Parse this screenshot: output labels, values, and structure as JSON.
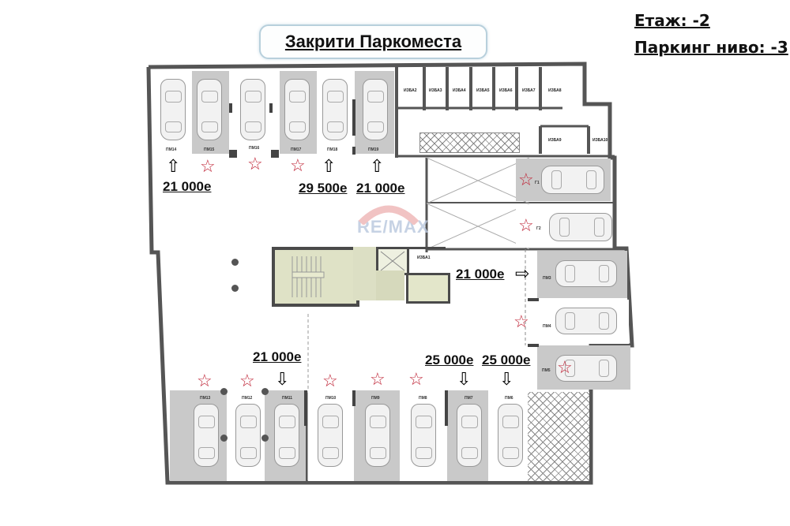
{
  "header": {
    "title": "Закрити Паркоместа",
    "floor": "Етаж: -2",
    "parking_level": "Паркинг ниво: -3"
  },
  "legend": {
    "icons": {
      "available": "up-down-right-arrow-icon",
      "sold": "red-star-icon"
    }
  },
  "watermark": "RE/MAX",
  "parking_spots": {
    "top_row": [
      {
        "id": "ПМ14",
        "marker": "arrow-up",
        "price": "21 000е",
        "shade": "white"
      },
      {
        "id": "ПМ15",
        "marker": "star",
        "price": "",
        "shade": "grey"
      },
      {
        "id": "ПМ16",
        "marker": "star",
        "price": "",
        "shade": "white"
      },
      {
        "id": "ПМ17",
        "marker": "star",
        "price": "",
        "shade": "grey"
      },
      {
        "id": "ПМ18",
        "marker": "arrow-up",
        "price": "29 500е",
        "shade": "white"
      },
      {
        "id": "ПМ19",
        "marker": "arrow-up",
        "price": "21 000е",
        "shade": "grey"
      }
    ],
    "right_column": [
      {
        "id": "Г1",
        "marker": "star",
        "price": "",
        "shade": "grey"
      },
      {
        "id": "Г2",
        "marker": "star",
        "price": "",
        "shade": "white"
      },
      {
        "id": "ПМ3",
        "marker": "arrow-right",
        "price": "21 000е",
        "shade": "grey"
      },
      {
        "id": "ПМ4",
        "marker": "star",
        "price": "",
        "shade": "white"
      },
      {
        "id": "ПМ5",
        "marker": "star",
        "price": "",
        "shade": "grey"
      }
    ],
    "bottom_row": [
      {
        "id": "ПМ13",
        "marker": "star",
        "price": "",
        "shade": "grey"
      },
      {
        "id": "ПМ12",
        "marker": "star",
        "price": "",
        "shade": "white"
      },
      {
        "id": "ПМ11",
        "marker": "arrow-down",
        "price": "21 000е",
        "shade": "grey"
      },
      {
        "id": "ПМ10",
        "marker": "star",
        "price": "",
        "shade": "white"
      },
      {
        "id": "ПМ9",
        "marker": "star",
        "price": "",
        "shade": "grey"
      },
      {
        "id": "ПМ8",
        "marker": "star",
        "price": "",
        "shade": "white"
      },
      {
        "id": "ПМ7",
        "marker": "arrow-down",
        "price": "25 000е",
        "shade": "grey"
      },
      {
        "id": "ПМ6",
        "marker": "arrow-down",
        "price": "25 000е",
        "shade": "white"
      }
    ]
  },
  "storage_rooms": [
    "ИЗБА2",
    "ИЗБА3",
    "ИЗБА4",
    "ИЗБА5",
    "ИЗБА6",
    "ИЗБА7",
    "ИЗБА8",
    "ИЗБА9",
    "ИЗБА10",
    "ИЗБА1"
  ],
  "prices": {
    "pm14": "21 000е",
    "pm18": "29 500е",
    "pm19": "21 000е",
    "pm3": "21 000е",
    "pm11": "21 000е",
    "pm7": "25 000е",
    "pm6": "25 000е"
  },
  "colors": {
    "wall": "#555555",
    "grey_spot": "#c9c9c9",
    "star": "#c0283a",
    "stairwell": "#dfe2c6"
  }
}
